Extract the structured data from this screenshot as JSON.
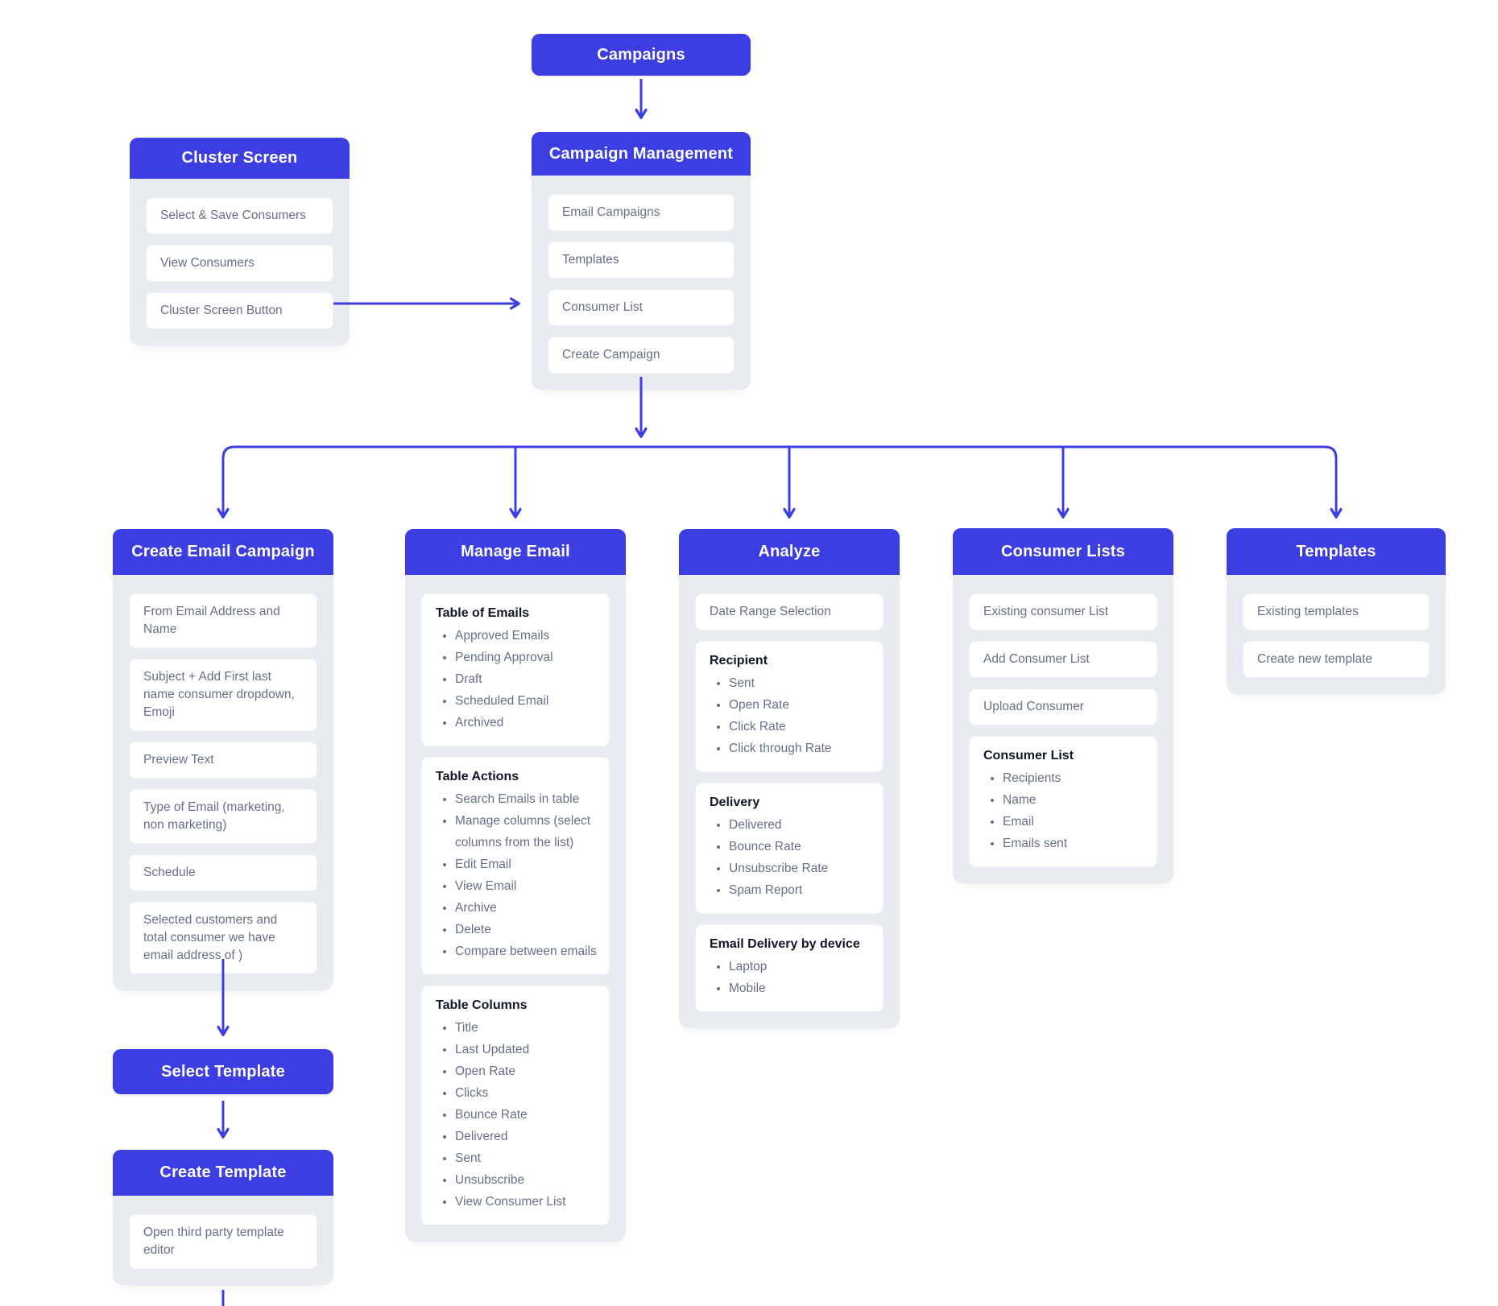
{
  "colors": {
    "primary_blue": "#3c3ee2",
    "card_background": "#e8ebf0",
    "item_text": "#667085",
    "group_title_text": "#111827",
    "page_background": "#ffffff"
  },
  "nodes": {
    "campaigns": {
      "title": "Campaigns"
    },
    "cluster_screen": {
      "title": "Cluster Screen",
      "items": [
        "Select & Save Consumers",
        "View Consumers",
        "Cluster Screen Button"
      ]
    },
    "campaign_management": {
      "title": "Campaign Management",
      "items": [
        "Email Campaigns",
        "Templates",
        "Consumer List",
        "Create Campaign"
      ]
    },
    "create_email_campaign": {
      "title": "Create Email Campaign",
      "items": [
        "From Email Address and Name",
        "Subject + Add First last name consumer dropdown, Emoji",
        "Preview Text",
        "Type of Email (marketing, non marketing)",
        "Schedule",
        "Selected customers and total consumer we have email address of )"
      ]
    },
    "select_template": {
      "title": "Select Template"
    },
    "create_template": {
      "title": "Create Template",
      "items": [
        "Open third party template editor"
      ]
    },
    "manage_email": {
      "title": "Manage Email",
      "groups": [
        {
          "title": "Table of Emails",
          "bullets": [
            "Approved Emails",
            "Pending Approval",
            "Draft",
            "Scheduled Email",
            "Archived"
          ]
        },
        {
          "title": "Table Actions",
          "bullets": [
            "Search Emails in table",
            "Manage columns (select columns from the list)",
            "Edit Email",
            "View Email",
            "Archive",
            "Delete",
            "Compare between emails"
          ]
        },
        {
          "title": "Table Columns",
          "bullets": [
            "Title",
            "Last Updated",
            "Open Rate",
            "Clicks",
            "Bounce Rate",
            "Delivered",
            "Sent",
            "Unsubscribe",
            "View Consumer List"
          ]
        }
      ]
    },
    "analyze": {
      "title": "Analyze",
      "item": "Date Range Selection",
      "groups": [
        {
          "title": "Recipient",
          "bullets": [
            "Sent",
            "Open Rate",
            "Click Rate",
            "Click through Rate"
          ]
        },
        {
          "title": "Delivery",
          "bullets": [
            "Delivered",
            "Bounce Rate",
            "Unsubscribe Rate",
            "Spam Report"
          ]
        },
        {
          "title": "Email Delivery by device",
          "bullets": [
            "Laptop",
            "Mobile"
          ]
        }
      ]
    },
    "consumer_lists": {
      "title": "Consumer Lists",
      "items": [
        "Existing consumer List",
        "Add Consumer List",
        "Upload Consumer"
      ],
      "group": {
        "title": "Consumer List",
        "bullets": [
          "Recipients",
          "Name",
          "Email",
          "Emails sent"
        ]
      }
    },
    "templates": {
      "title": "Templates",
      "items": [
        "Existing templates",
        "Create new template"
      ]
    }
  }
}
